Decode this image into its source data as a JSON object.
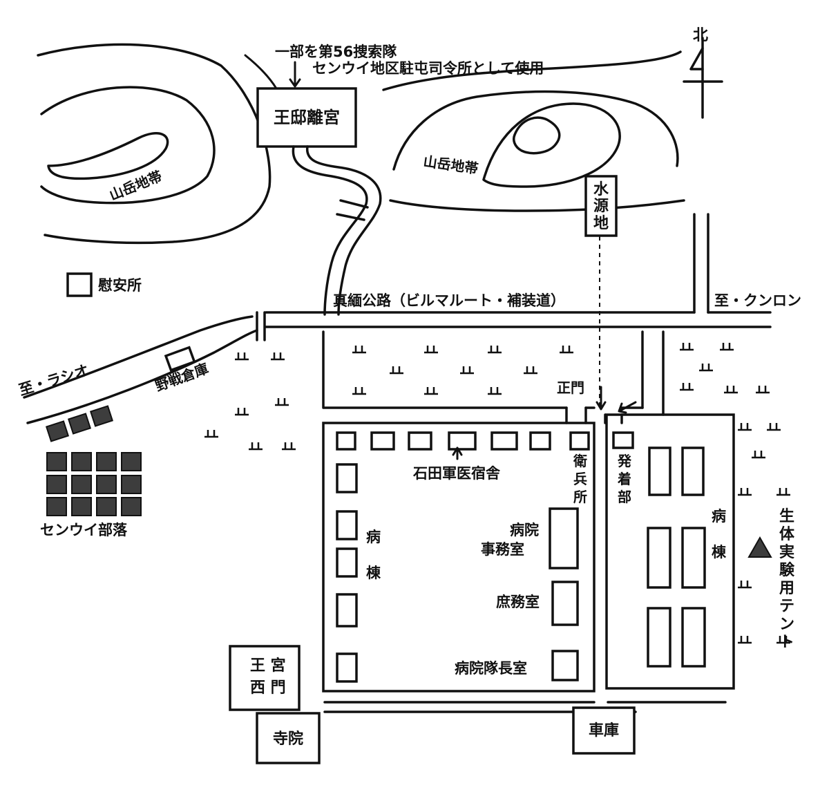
{
  "labels": {
    "note_line1": "一部を第56捜索隊",
    "note_line2": "センウイ地区駐屯司令所として使用",
    "palace": "王邸離宮",
    "north": "北",
    "mountain_left": "山岳地帯",
    "mountain_right": "山岳地帯",
    "water_source": "水源地",
    "comfort_station": "慰安所",
    "road": "真緬公路（ビルマルート・補装道）",
    "to_kunlong": "至・クンロン",
    "to_lashio": "至・ラシオ",
    "field_warehouse": "野戦倉庫",
    "village": "センウイ部落",
    "main_gate": "正門",
    "doctor_quarters": "石田軍医宿舎",
    "guard_post": "衛兵所",
    "dispatch": "発着部",
    "ward_left": "病棟",
    "ward_right": "病棟",
    "hospital_office": "病院事務室",
    "general_affairs": "庶務室",
    "commander_room": "病院隊長室",
    "experiment_tent": "生体実験用テント",
    "palace_west_gate": "王宮西門",
    "temple": "寺院",
    "garage": "車庫"
  },
  "icons": {
    "grass": "grass-tuft-icon",
    "hut": "hut-icon",
    "tent": "triangle-tent-icon",
    "compass": "north-arrow-icon"
  },
  "colors": {
    "ink": "#111111",
    "paper": "#ffffff",
    "hut_fill": "#3d3d3d"
  }
}
